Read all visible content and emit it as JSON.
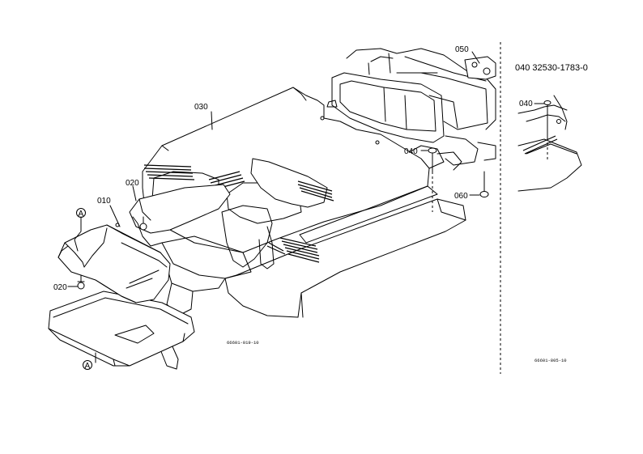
{
  "diagram": {
    "callouts": [
      {
        "id": "010",
        "text": "010"
      },
      {
        "id": "020a",
        "text": "020"
      },
      {
        "id": "020b",
        "text": "020"
      },
      {
        "id": "030",
        "text": "030"
      },
      {
        "id": "040a",
        "text": "040"
      },
      {
        "id": "050",
        "text": "050"
      },
      {
        "id": "060",
        "text": "060"
      },
      {
        "id": "040b",
        "text": "040"
      }
    ],
    "ref_markers": [
      {
        "id": "A1",
        "text": "A"
      },
      {
        "id": "A2",
        "text": "A"
      }
    ],
    "inset_header": "040  32530-1783-0",
    "figure_codes": {
      "main": "66601-019-10",
      "inset": "66601-805-10"
    }
  }
}
